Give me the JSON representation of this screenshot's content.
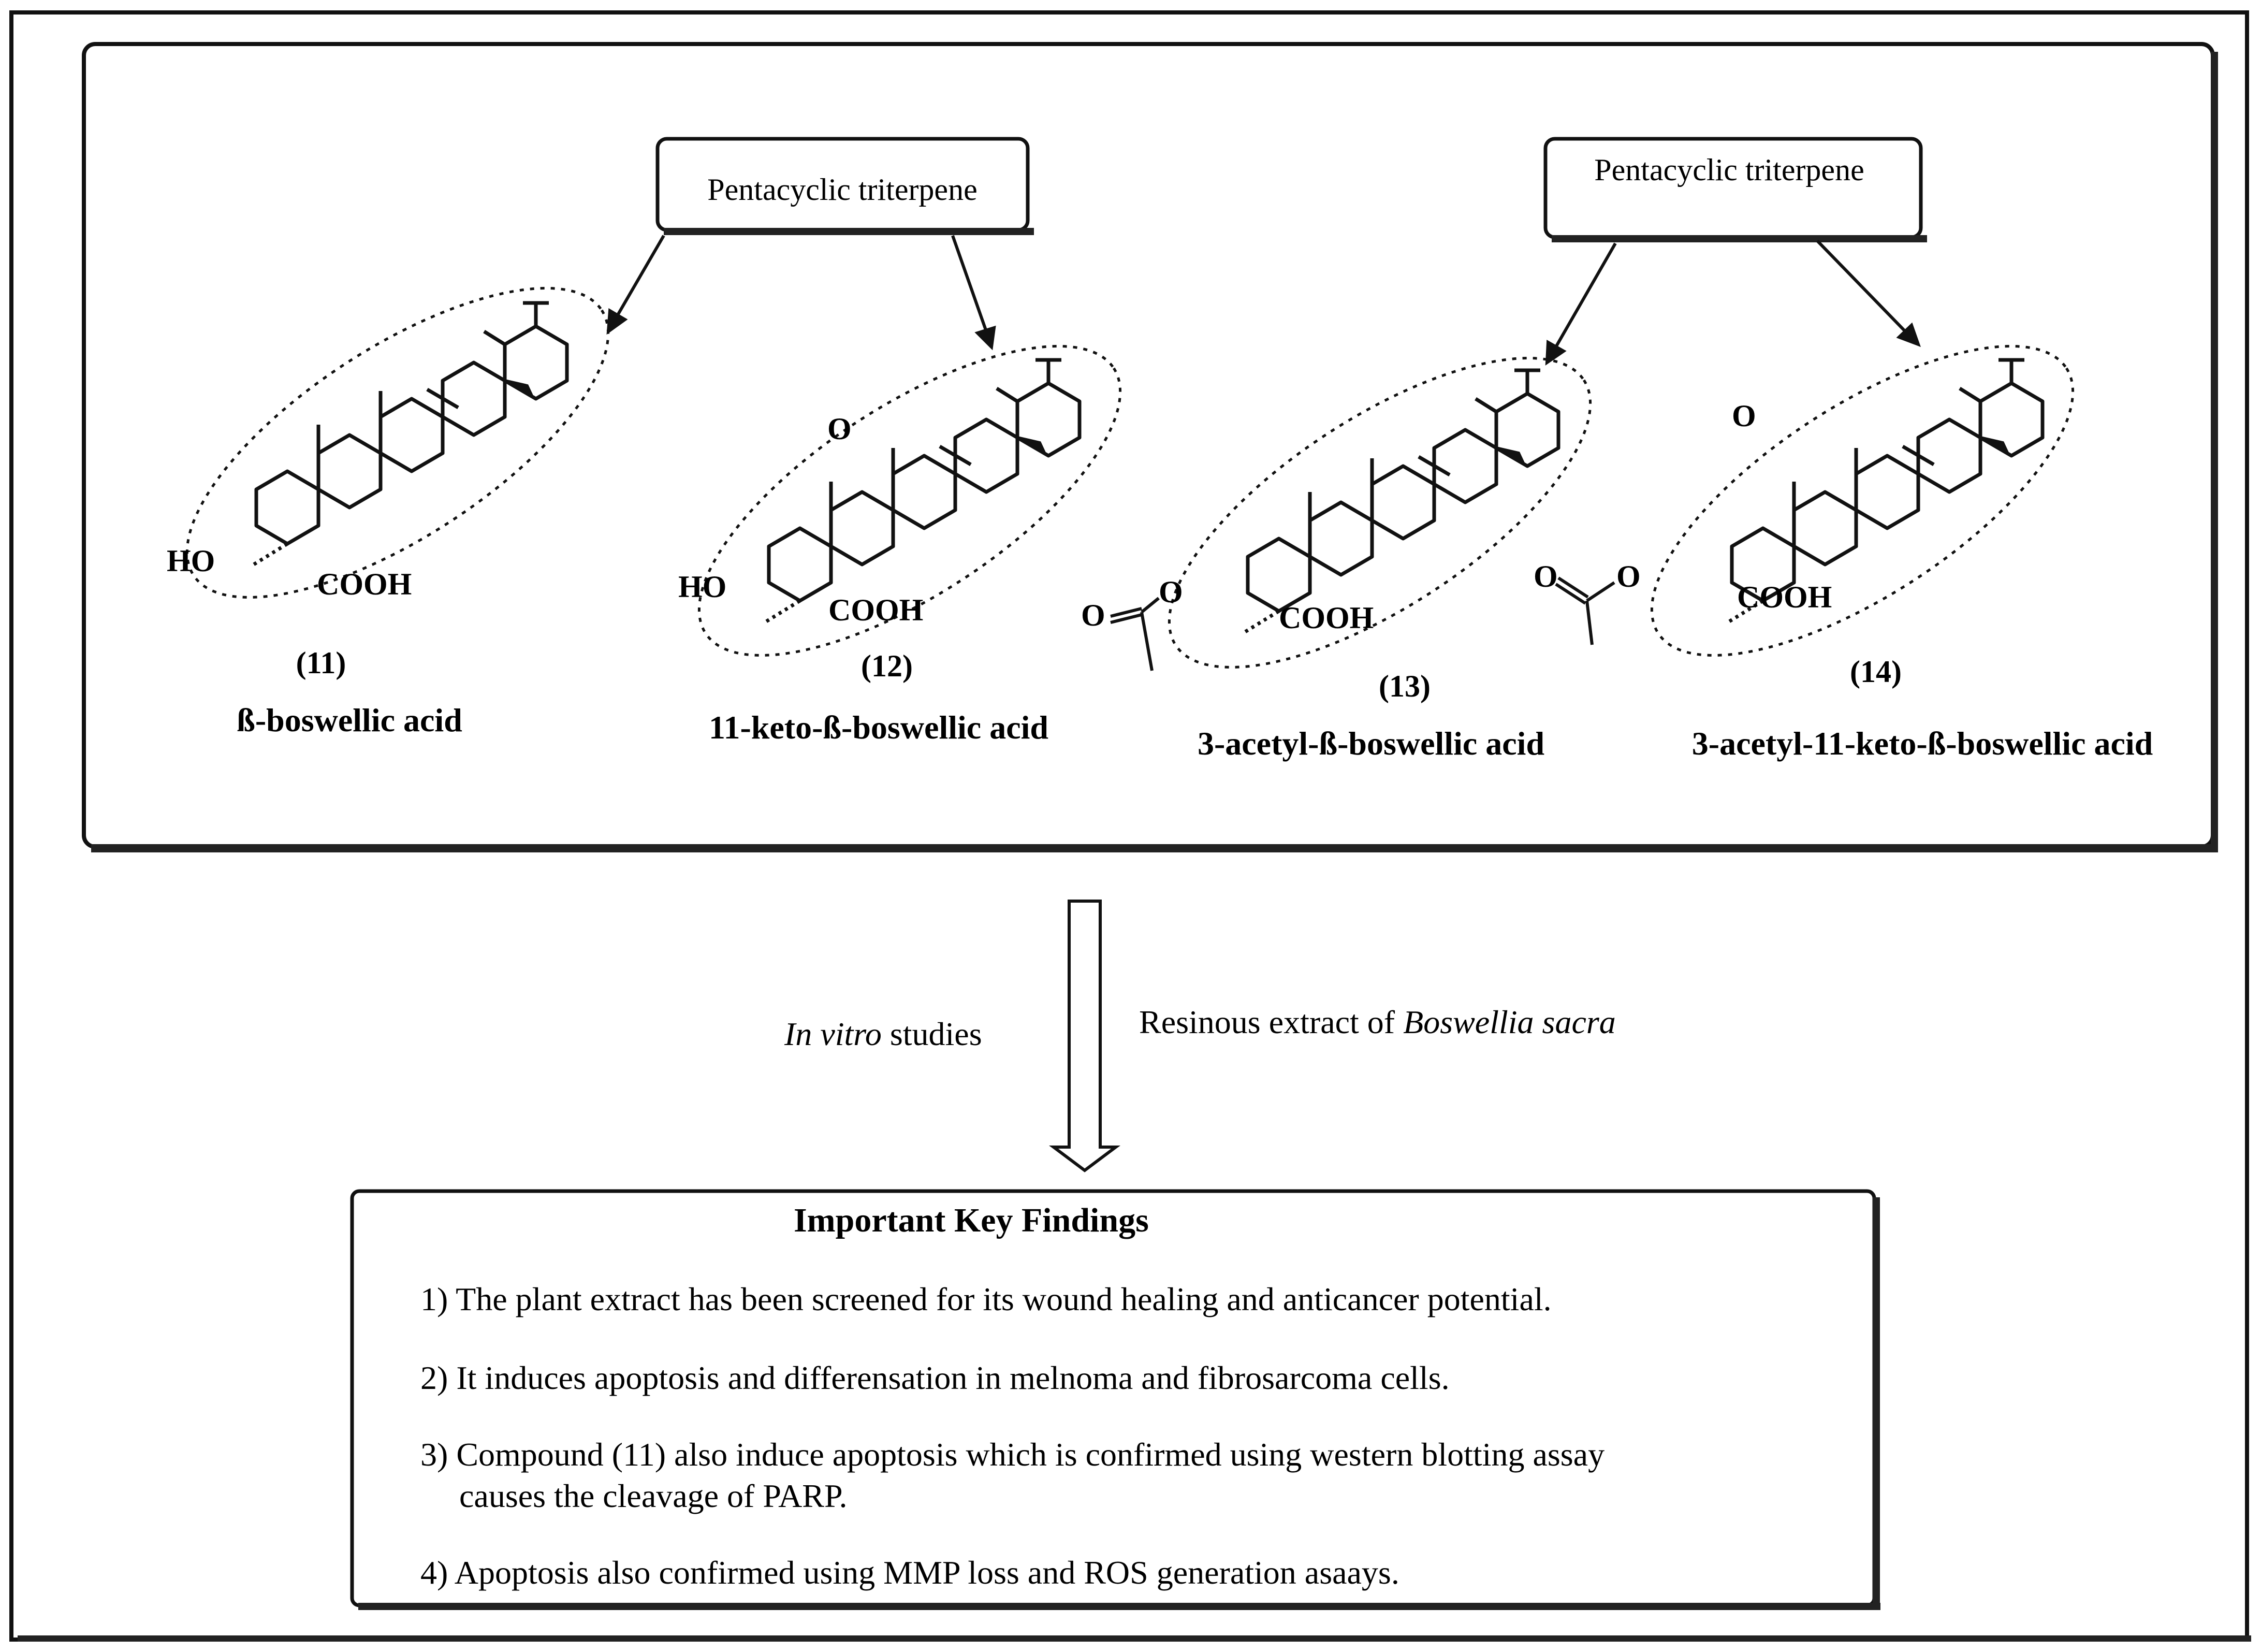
{
  "top_panel": {
    "callouts": [
      {
        "id": "callout-left",
        "label": "Pentacyclic triterpene"
      },
      {
        "id": "callout-right",
        "label": "Pentacyclic triterpene"
      }
    ],
    "compounds": [
      {
        "number": "(11)",
        "name": "ß-boswellic acid",
        "substituents": [
          "HO",
          "COOH"
        ]
      },
      {
        "number": "(12)",
        "name": "11-keto-ß-boswellic acid",
        "substituents": [
          "HO",
          "COOH",
          "O"
        ]
      },
      {
        "number": "(13)",
        "name": "3-acetyl-ß-boswellic acid",
        "substituents": [
          "O",
          "O",
          "COOH"
        ]
      },
      {
        "number": "(14)",
        "name": "3-acetyl-11-keto-ß-boswellic acid",
        "substituents": [
          "O",
          "O",
          "COOH",
          "O"
        ]
      }
    ]
  },
  "arrow_labels": {
    "left_italic": "In vitro",
    "left_rest": " studies",
    "right_plain": "Resinous extract of ",
    "right_italic": "Boswellia sacra"
  },
  "findings": {
    "title": "Important Key Findings",
    "items": [
      {
        "lines": [
          "1) The plant extract has been screened for its wound healing and anticancer potential."
        ]
      },
      {
        "lines": [
          "2) It induces apoptosis and differensation in melnoma and fibrosarcoma cells."
        ]
      },
      {
        "lines": [
          "3) Compound (11) also induce apoptosis which is confirmed using western blotting assay",
          "causes the cleavage of PARP."
        ]
      },
      {
        "lines": [
          "4) Apoptosis also confirmed using MMP loss and ROS generation asaays."
        ]
      }
    ]
  }
}
